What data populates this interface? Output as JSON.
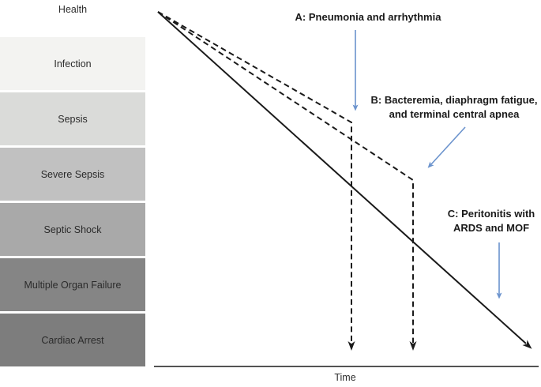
{
  "figure": {
    "health_axis_label": "Health",
    "time_axis_label": "Time"
  },
  "severity_ladder": {
    "items": [
      {
        "label": "Infection",
        "color": "#f3f3f1"
      },
      {
        "label": "Sepsis",
        "color": "#dadbd9"
      },
      {
        "label": "Severe Sepsis",
        "color": "#c1c1c1"
      },
      {
        "label": "Septic Shock",
        "color": "#a9a9a9"
      },
      {
        "label": "Multiple Organ Failure",
        "color": "#858585"
      },
      {
        "label": "Cardiac Arrest",
        "color": "#7d7d7d"
      }
    ]
  },
  "annotations": {
    "a": {
      "label": "A: Pneumonia and arrhythmia"
    },
    "b": {
      "line1": "B: Bacteremia, diaphragm fatigue,",
      "line2": "and terminal central apnea"
    },
    "c": {
      "line1": "C: Peritonitis with",
      "line2": "ARDS and MOF"
    }
  },
  "colors": {
    "trajectory_line": "#1a1a1a",
    "annotation_arrow": "#6b93cd"
  }
}
